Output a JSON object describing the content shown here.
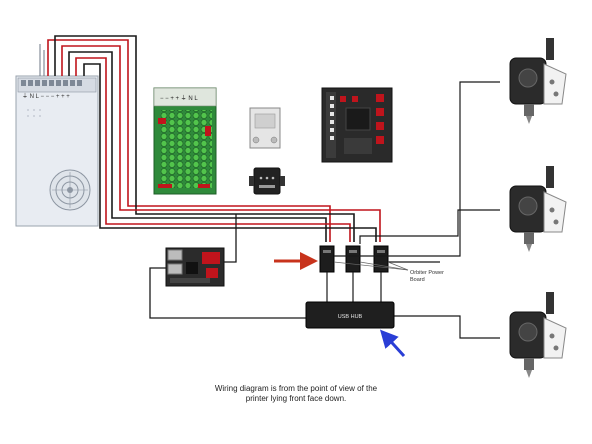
{
  "psu": {
    "terminal_labels": "⏚ N L  − − − + + +"
  },
  "psu2": {
    "terminal_labels": "− − + + ⏚ N L"
  },
  "usb_hub": {
    "label": "USB HUB"
  },
  "orbiter": {
    "label_line1": "Orbiter Power",
    "label_line2": "Board"
  },
  "caption": {
    "line1": "Wiring diagram is from the point of view of the",
    "line2": "printer lying front face down."
  },
  "colors": {
    "wire_red": "#c0141c",
    "wire_black": "#1a1a1a",
    "arrow_red": "#c8331c",
    "arrow_blue": "#2a3ed6",
    "board_green": "#2f8a3b",
    "hex_green": "#4cc24a"
  },
  "icons": {
    "solid_state_relay": "ssr-icon",
    "fuse_holder": "fuse-icon",
    "toolhead": "toolhead-icon"
  }
}
